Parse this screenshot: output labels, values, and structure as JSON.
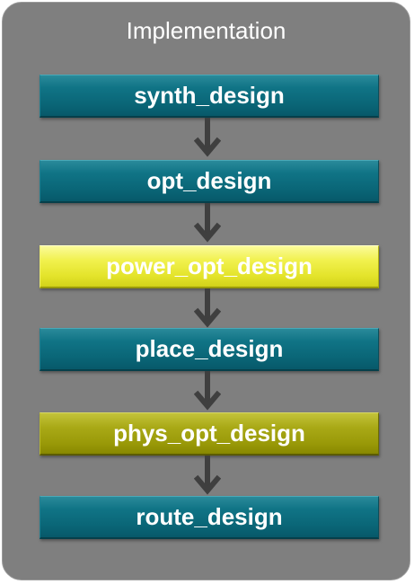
{
  "panel": {
    "title": "Implementation",
    "background": "#7f7f7f"
  },
  "steps": [
    {
      "label": "synth_design",
      "color": "teal"
    },
    {
      "label": "opt_design",
      "color": "teal"
    },
    {
      "label": "power_opt_design",
      "color": "yellow"
    },
    {
      "label": "place_design",
      "color": "teal"
    },
    {
      "label": "phys_opt_design",
      "color": "olive"
    },
    {
      "label": "route_design",
      "color": "teal"
    }
  ],
  "colors": {
    "teal": "#0a6677",
    "yellow": "#f1f14e",
    "olive": "#a9a916",
    "arrow": "#3f3f3f"
  }
}
